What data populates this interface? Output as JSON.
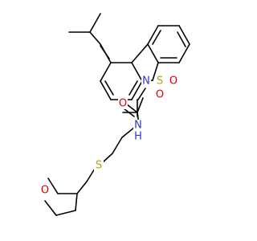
{
  "molecule": {
    "atoms": [
      {
        "id": "N_ring",
        "symbol": "N"
      },
      {
        "id": "S_ring",
        "symbol": "S"
      },
      {
        "id": "O_s1",
        "symbol": "O"
      },
      {
        "id": "O_s2",
        "symbol": "O"
      },
      {
        "id": "O_amide",
        "symbol": "O"
      },
      {
        "id": "N_amide",
        "symbol": "N",
        "hydrogen": "H"
      },
      {
        "id": "S_thio",
        "symbol": "S"
      },
      {
        "id": "O_furan",
        "symbol": "O"
      }
    ],
    "colors": {
      "nitrogen": "#3333cc",
      "oxygen": "#e00000",
      "sulfur": "#b8a000",
      "bond": "#000000"
    }
  }
}
